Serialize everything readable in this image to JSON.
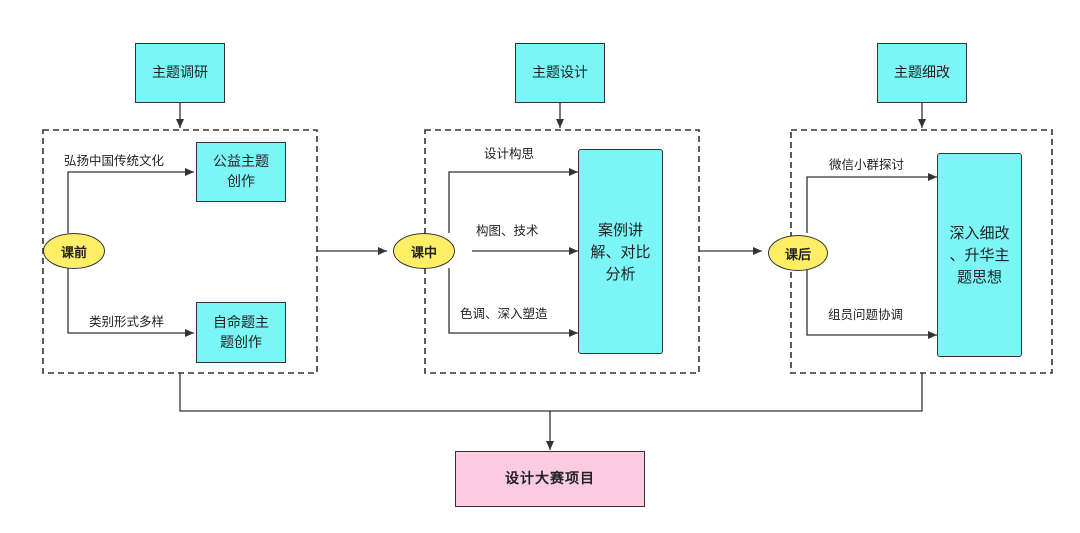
{
  "stage1": {
    "top_box": "主题调研",
    "node": "课前",
    "branch_upper_label": "弘扬中国传统文化",
    "branch_lower_label": "类别形式多样",
    "box_upper": "公益主题\n创作",
    "box_lower": "自命题主\n题创作"
  },
  "stage2": {
    "top_box": "主题设计",
    "node": "课中",
    "label_1": "设计构思",
    "label_2": "构图、技术",
    "label_3": "色调、深入塑造",
    "result_box": "案例讲\n解、对比\n分析"
  },
  "stage3": {
    "top_box": "主题细改",
    "node": "课后",
    "label_1": "微信小群探讨",
    "label_2": "组员问题协调",
    "result_box": "深入细改\n、升华主\n题思想"
  },
  "final_box": "设计大赛项目",
  "colors": {
    "box_fill": "#7cf5f7",
    "node_fill": "#ffee66",
    "final_fill": "#fbcbe3",
    "line": "#333333"
  }
}
